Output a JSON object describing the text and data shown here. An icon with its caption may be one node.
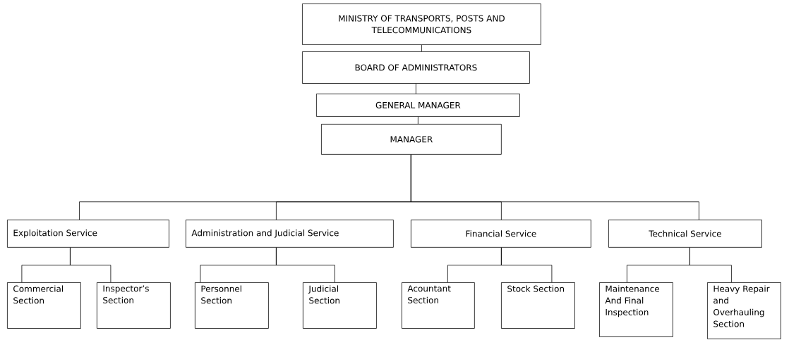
{
  "diagram": {
    "nodes": [
      {
        "text": [
          "MINISTRY OF TRANSPORTS, POSTS AND TELECOMMUNICATIONS"
        ]
      },
      {
        "text": [
          "BOARD OF ADMINISTRATORS"
        ]
      },
      {
        "text": [
          "GENERAL MANAGER"
        ]
      },
      {
        "text": [
          "MANAGER"
        ]
      },
      {
        "text": [
          "Exploitation Service"
        ]
      },
      {
        "text": [
          "Administration and Judicial Service"
        ]
      },
      {
        "text": [
          "Financial Service"
        ]
      },
      {
        "text": [
          "Technical Service"
        ]
      },
      {
        "text": [
          "Commercial Section"
        ]
      },
      {
        "text": [
          "Inspector’s Section"
        ]
      },
      {
        "text": [
          "Personnel Section"
        ]
      },
      {
        "text": [
          "Judicial Section"
        ]
      },
      {
        "text": [
          "Acountant Section"
        ]
      },
      {
        "text": [
          "Stock Section"
        ]
      },
      {
        "text": [
          "Maintenance And Final Inspection"
        ]
      },
      {
        "text": [
          "Heavy Repair and Overhauling Section"
        ]
      }
    ],
    "edges": [
      {
        "from": 0,
        "to": 1,
        "arrow": "none"
      },
      {
        "from": 1,
        "to": 2,
        "arrow": "none"
      },
      {
        "from": 2,
        "to": 3,
        "arrow": "none"
      },
      {
        "from": 3,
        "to": 4,
        "arrow": "none"
      },
      {
        "from": 3,
        "to": 5,
        "arrow": "none"
      },
      {
        "from": 3,
        "to": 6,
        "arrow": "none"
      },
      {
        "from": 3,
        "to": 7,
        "arrow": "none"
      },
      {
        "from": 4,
        "to": 8,
        "arrow": "none"
      },
      {
        "from": 4,
        "to": 9,
        "arrow": "none"
      },
      {
        "from": 5,
        "to": 10,
        "arrow": "none"
      },
      {
        "from": 5,
        "to": 11,
        "arrow": "none"
      },
      {
        "from": 6,
        "to": 12,
        "arrow": "none"
      },
      {
        "from": 6,
        "to": 13,
        "arrow": "none"
      },
      {
        "from": 7,
        "to": 14,
        "arrow": "none"
      },
      {
        "from": 7,
        "to": 15,
        "arrow": "none"
      }
    ]
  }
}
